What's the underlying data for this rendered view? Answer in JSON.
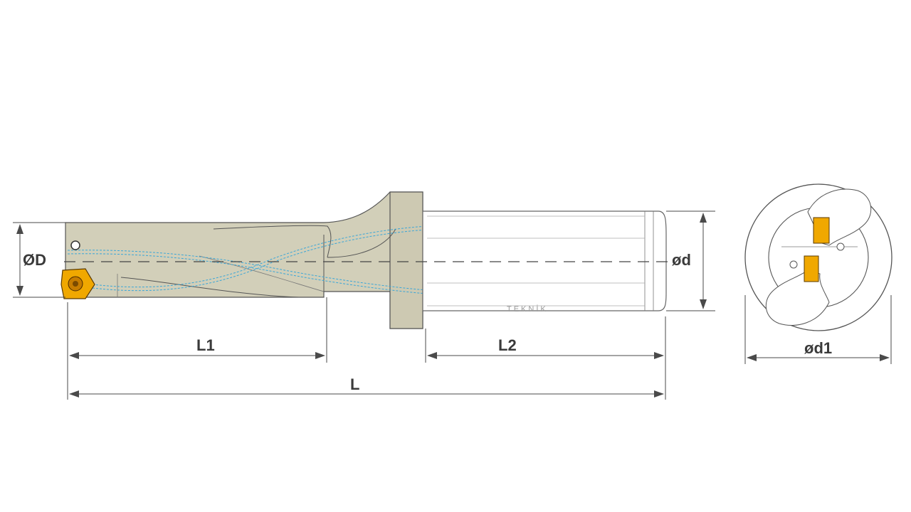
{
  "dimensions": {
    "D_label": "ØD",
    "d_label": "ød",
    "d1_label": "ød1",
    "L1_label": "L1",
    "L2_label": "L2",
    "L_label": "L"
  },
  "brand_text": "TEKNİK",
  "colors": {
    "body": "#d2cfb9",
    "body_dark": "#bdb9a1",
    "shank": "#ffffff",
    "outline": "#555555",
    "coolant": "#3aa6d8",
    "insert": "#f0a800",
    "dimension": "#4a4a4a"
  }
}
